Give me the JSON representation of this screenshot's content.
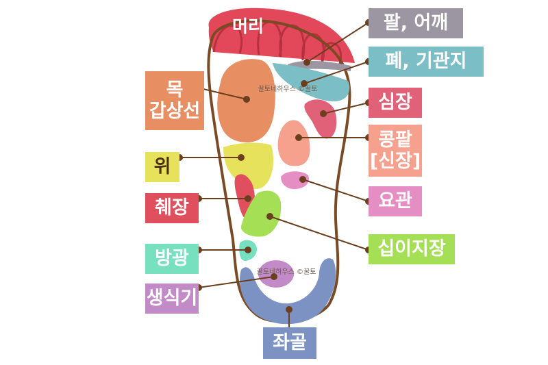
{
  "title": "",
  "colors": {
    "outline": "#7a4a24",
    "leader": "#6b3e1e",
    "head": "#e2475a",
    "toes": "#e66172",
    "shoulder": "#9b96a2",
    "lung": "#7bbec6",
    "heart": "#e06178",
    "kidney": "#f6a08e",
    "neck": "#e78f63",
    "stomach": "#e7e25b",
    "pancreas": "#e04f5d",
    "ureter": "#e48ec4",
    "duodenum": "#a4df55",
    "bladder": "#76e0bf",
    "genital": "#c28ac6",
    "sciatic": "#7b92c3"
  },
  "labels": {
    "shoulder": "팔, 어깨",
    "lung": "폐, 기관지",
    "heart": "심장",
    "kidney_line1": "콩팥",
    "kidney_line2": "[신장]",
    "ureter": "요관",
    "duodenum": "십이지장",
    "sciatic": "좌골",
    "neck_line1": "목",
    "neck_line2": "갑상선",
    "stomach": "위",
    "pancreas": "췌장",
    "bladder": "방광",
    "genital": "생식기",
    "head": "머리"
  },
  "watermark": "꿀토네하우스 ©꿀토"
}
